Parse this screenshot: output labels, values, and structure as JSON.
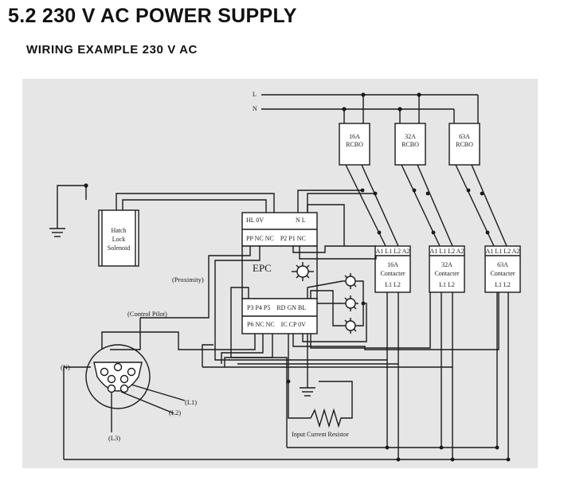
{
  "header": {
    "title": "5.2 230 V AC POWER SUPPLY",
    "subtitle": "WIRING EXAMPLE 230 V AC"
  },
  "diagram": {
    "bus": {
      "line": "L",
      "neutral": "N"
    },
    "rcbos": [
      {
        "rating": "16A",
        "type": "RCBO"
      },
      {
        "rating": "32A",
        "type": "RCBO"
      },
      {
        "rating": "63A",
        "type": "RCBO"
      }
    ],
    "contactors": [
      {
        "terminals": "A1 L1 L2 A2",
        "rating": "16A",
        "type": "Contacter",
        "outputs": "L1 L2"
      },
      {
        "terminals": "A1 L1 L2 A2",
        "rating": "32A",
        "type": "Contacter",
        "outputs": "L1 L2"
      },
      {
        "terminals": "A1 L1 L2 A2",
        "rating": "63A",
        "type": "Contacter",
        "outputs": "L1 L2"
      }
    ],
    "solenoid": {
      "line1": "Hatch",
      "line2": "Lock",
      "line3": "Solenoid"
    },
    "epc": {
      "name": "EPC",
      "row1_left": "HL 0V",
      "row1_right": "N  L",
      "row2": "PP NC NC    P2 P1 NC",
      "row3": "P3 P4 P5    RD GN BL",
      "row4": "P6 NC NC    IC CP 0V"
    },
    "labels": {
      "proximity": "(Proximity)",
      "control_pilot": "(Control Pilot)",
      "n": "(N)",
      "l1": "(L1)",
      "l2": "(L2)",
      "l3": "(L3)",
      "resistor": "Input Current Resistor"
    }
  }
}
